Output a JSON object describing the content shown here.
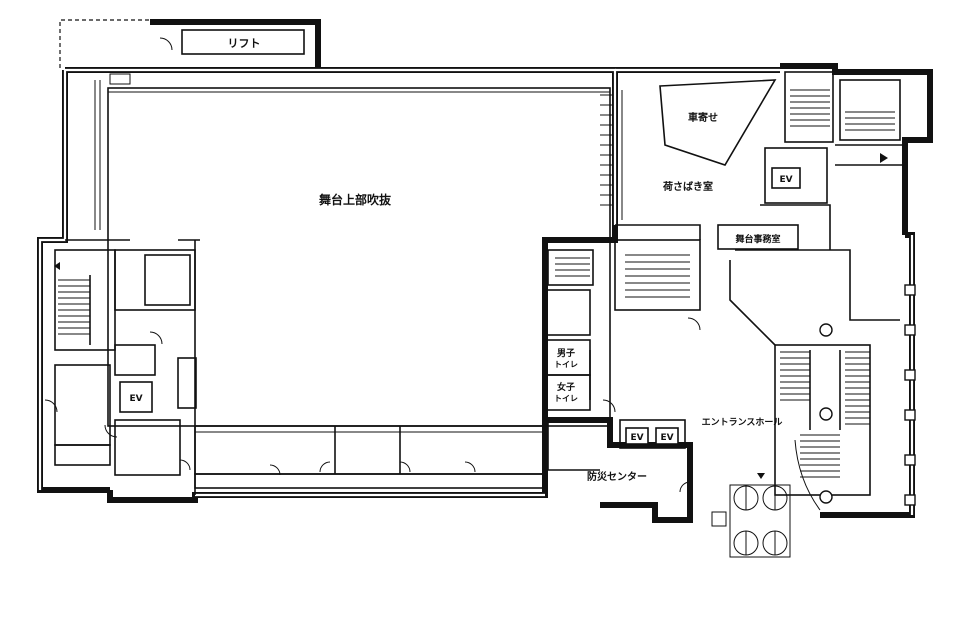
{
  "rooms": {
    "lift": "リフト",
    "stage_void": "舞台上部吹抜",
    "car_porch": "車寄せ",
    "loading_room": "荷さばき室",
    "stage_office": "舞台事務室",
    "ev_top": "EV",
    "ev_left": "EV",
    "ev_a": "EV",
    "ev_b": "EV",
    "men_wc_1": "男子",
    "men_wc_2": "トイレ",
    "women_wc_1": "女子",
    "women_wc_2": "トイレ",
    "entrance_hall": "エントランスホール",
    "disaster_center": "防災センター"
  }
}
